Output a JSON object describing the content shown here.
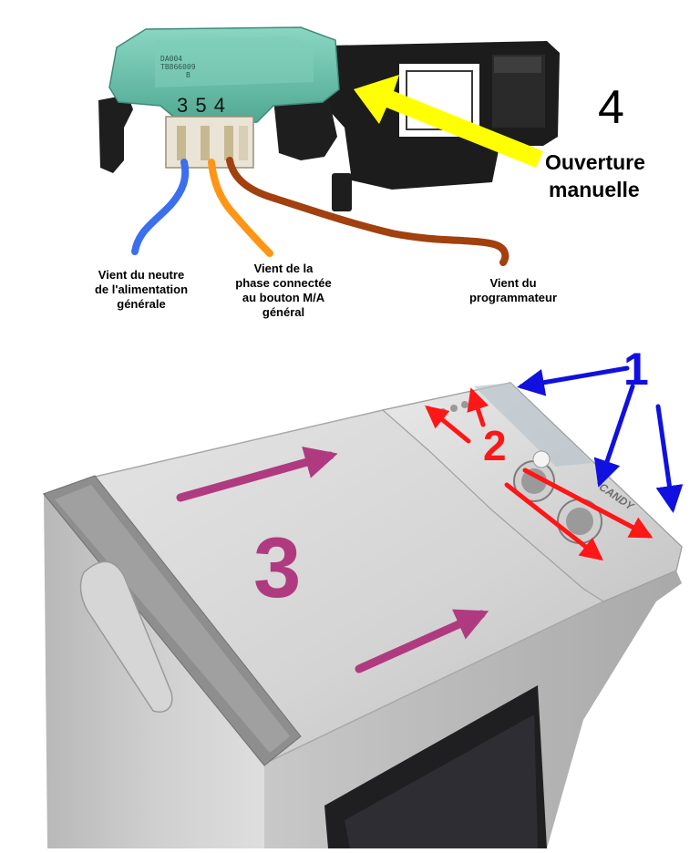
{
  "connector": {
    "pin_labels": "3 5 4",
    "sticker_lines": [
      "DA004",
      "TB866009",
      "B"
    ],
    "callout_number": "4",
    "manual_release": [
      "Ouverture",
      "manuelle"
    ]
  },
  "wires": [
    {
      "name": "neutral",
      "color": "#3a6ff0",
      "lines": [
        "Vient du neutre",
        "de l'alimentation",
        "générale"
      ]
    },
    {
      "name": "phase",
      "color": "#ff9515",
      "lines": [
        "Vient de la",
        "phase connectée",
        "au bouton M/A",
        "général"
      ]
    },
    {
      "name": "programmer",
      "color": "#a2400e",
      "lines": [
        "Vient du",
        "programmateur"
      ]
    }
  ],
  "machine": {
    "brand": "CANDY",
    "callout_1": "1",
    "callout_2": "2",
    "callout_3": "3"
  },
  "colors": {
    "blue_arrows": "#1010e0",
    "red_arrows": "#ff1616",
    "magenta_arrows": "#b03a80",
    "yellow_arrow": "#ffff00",
    "connector_green": "#6cc6b0"
  }
}
